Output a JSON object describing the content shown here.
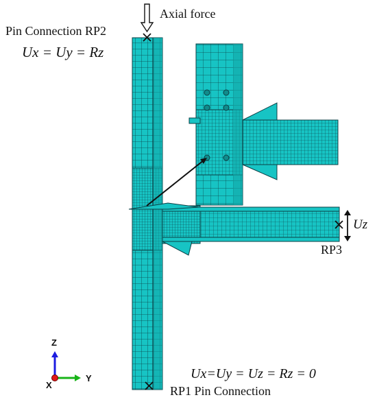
{
  "labels": {
    "axial_force": "Axial force",
    "top_pin": "Pin Connection RP2",
    "top_bc": "Ux = Uy = Rz",
    "rp3": "RP3",
    "uz": "Uz",
    "bottom_bc": "Ux=Uy = Uz = Rz = 0",
    "bottom_pin": "RP1 Pin Connection"
  },
  "triad": {
    "z": "Z",
    "y": "Y",
    "x": "X"
  },
  "colors": {
    "mesh_fill": "#17c4c4",
    "mesh_line": "#0b3f45",
    "triad_z": "#1c1ce0",
    "triad_y": "#18b418",
    "triad_x": "#e01818"
  }
}
